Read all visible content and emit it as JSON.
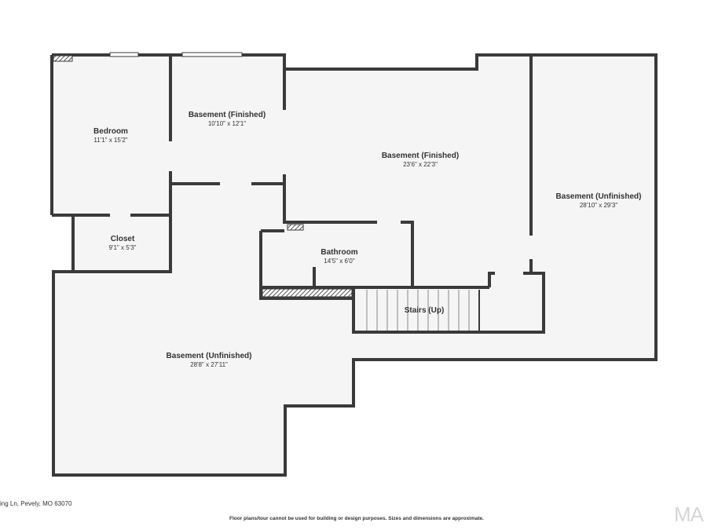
{
  "rooms": {
    "bedroom": {
      "name": "Bedroom",
      "dims": "11'1\" x 15'2\""
    },
    "basement_finished_small": {
      "name": "Basement (Finished)",
      "dims": "10'10\" x 12'1\""
    },
    "basement_finished_large": {
      "name": "Basement (Finished)",
      "dims": "23'6\" x 22'3\""
    },
    "basement_unfinished_right": {
      "name": "Basement (Unfinished)",
      "dims": "28'10\" x 29'3\""
    },
    "closet": {
      "name": "Closet",
      "dims": "9'1\" x 5'3\""
    },
    "bathroom": {
      "name": "Bathroom",
      "dims": "14'5\" x 6'0\""
    },
    "stairs": {
      "name": "Stairs (Up)"
    },
    "basement_unfinished_left": {
      "name": "Basement (Unfinished)",
      "dims": "28'8\" x 27'11\""
    }
  },
  "footer": {
    "address": "ing Ln, Pevely, MO 63070",
    "disclaimer": "Floor plans/tour cannot be used for building or design purposes. Sizes and dimensions are approximate.",
    "logo": "MA"
  },
  "colors": {
    "wall": "#3a3a3a",
    "floor": "#f5f5f5",
    "text": "#333333"
  }
}
